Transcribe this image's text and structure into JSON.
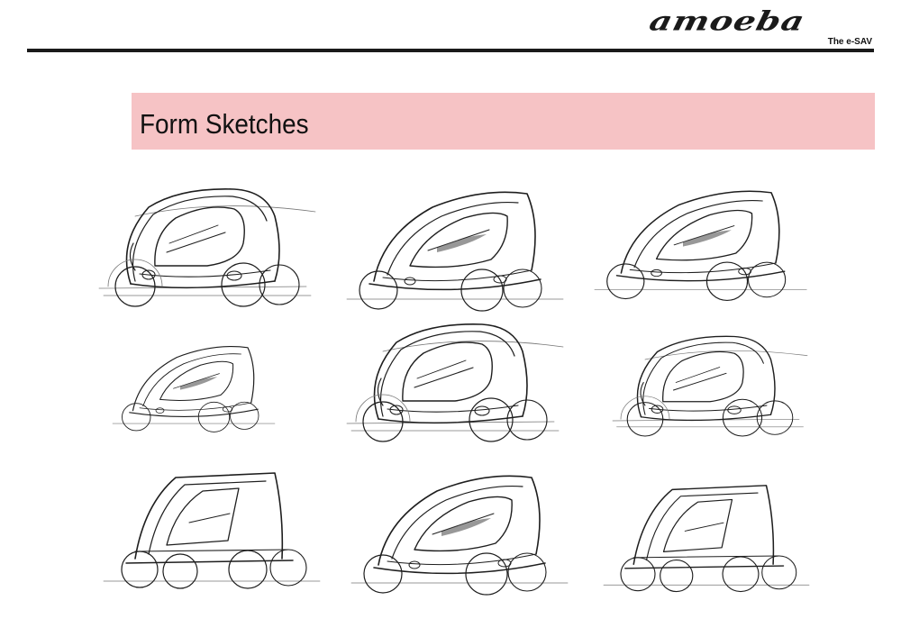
{
  "header": {
    "logo_text": "amoeba",
    "logo_tagline": "The e-SAV"
  },
  "title": "Form Sketches",
  "sketches": [
    {
      "id": "sketch-1"
    },
    {
      "id": "sketch-2"
    },
    {
      "id": "sketch-3"
    },
    {
      "id": "sketch-4"
    },
    {
      "id": "sketch-5"
    },
    {
      "id": "sketch-6"
    },
    {
      "id": "sketch-7"
    },
    {
      "id": "sketch-8"
    },
    {
      "id": "sketch-9"
    }
  ]
}
